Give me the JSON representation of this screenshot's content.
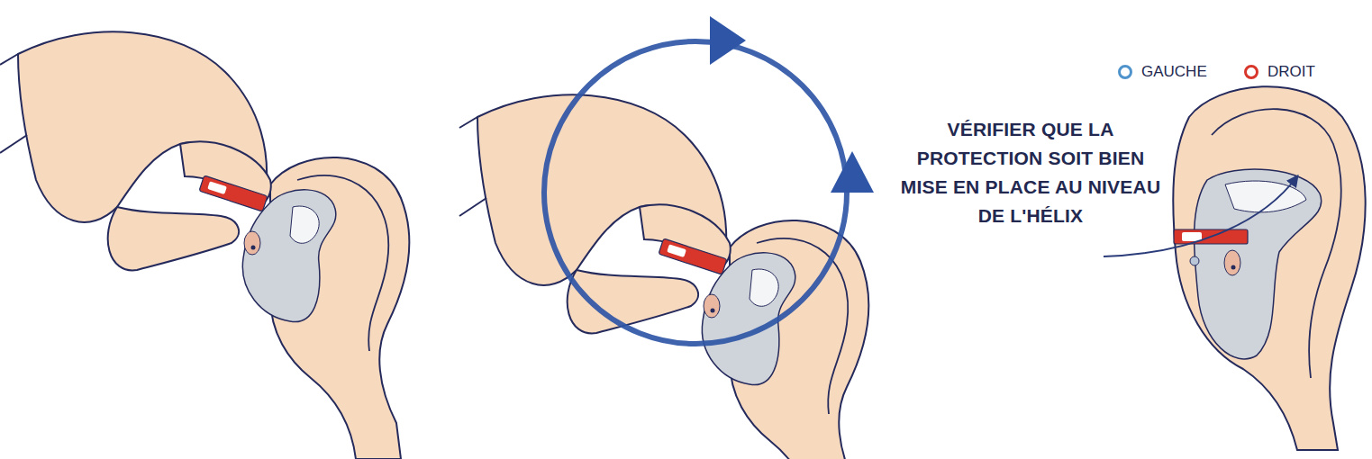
{
  "diagram": {
    "labels": [
      "VÉRIFIER QUE LA PROTECTION SOIT BIEN MISE EN PLACE AU NIVEAU DE L'HÉLIX"
    ],
    "legend": [
      {
        "text": "GAUCHE",
        "color": "#4f93cc"
      },
      {
        "text": "DROIT",
        "color": "#d8362a"
      }
    ]
  }
}
